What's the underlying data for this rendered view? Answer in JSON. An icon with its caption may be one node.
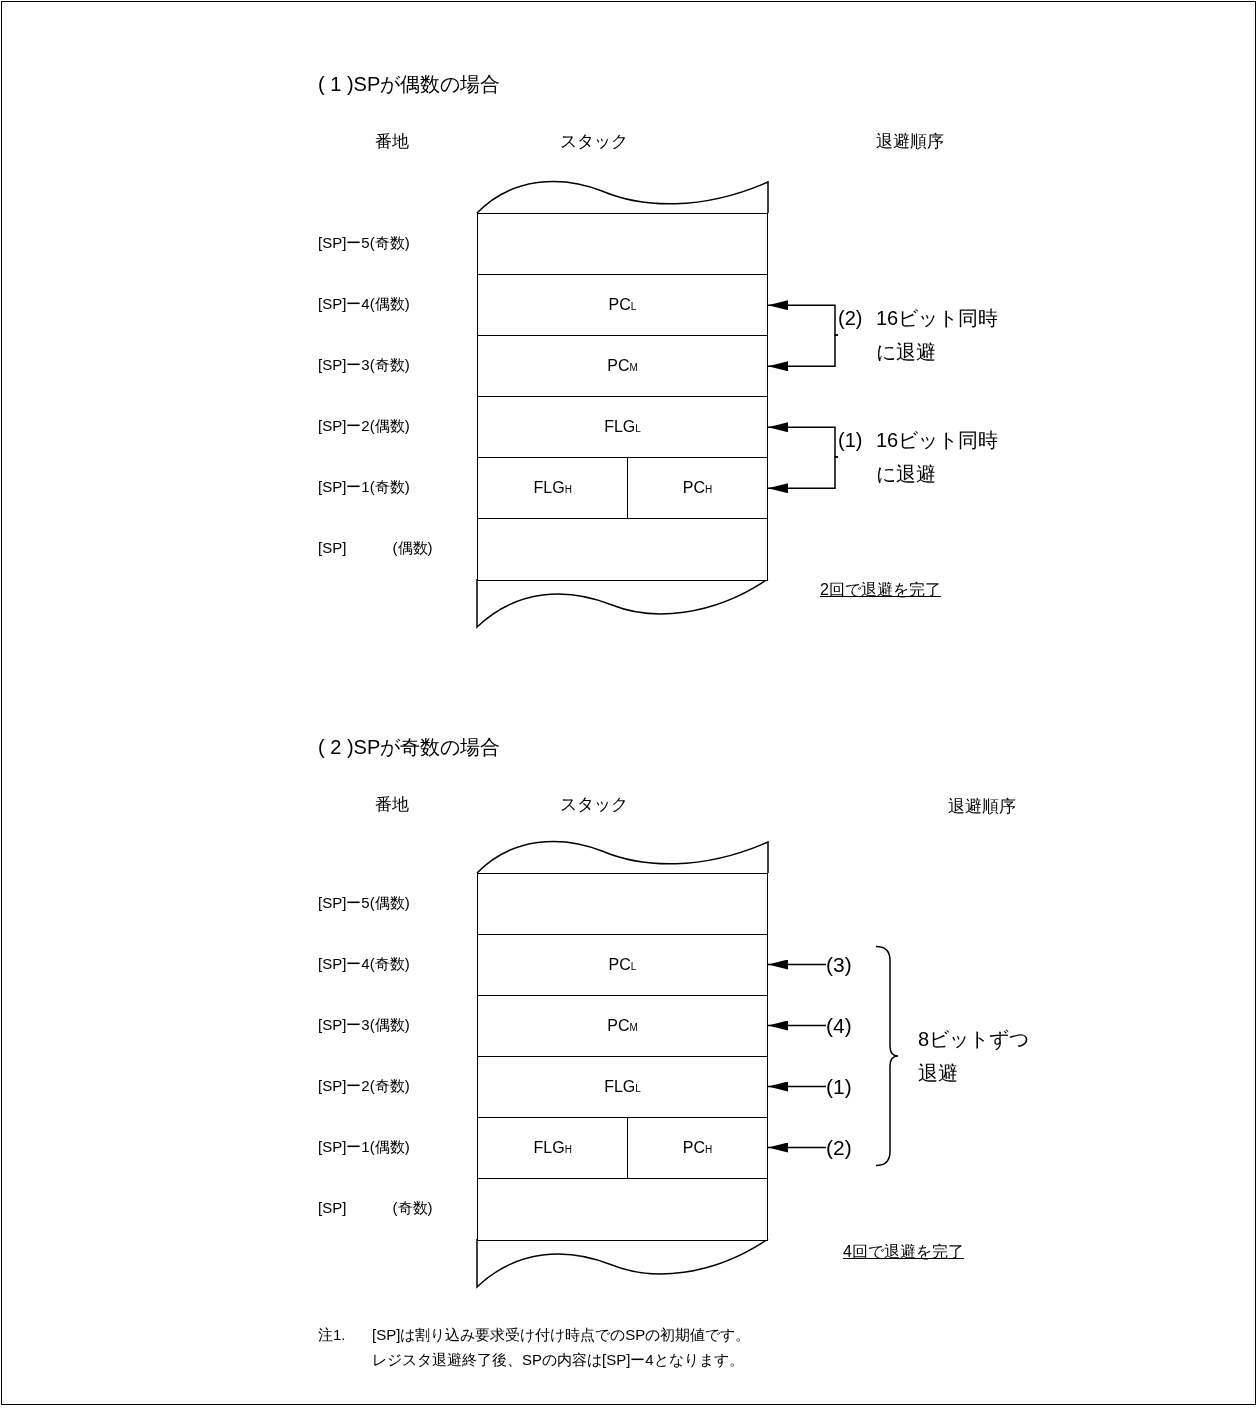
{
  "diagram": {
    "nodes": [
      {
        "text": [],
        "shape": "box"
      },
      {
        "text": [
          "PC$_{L}$"
        ]
      },
      {
        "text": [
          "PC$_{M}$"
        ]
      },
      {
        "text": [
          "FLG$_{L}$"
        ]
      },
      {
        "text": [
          "FLG$_{H}$"
        ]
      },
      {
        "text": [
          "PC$_{H}$"
        ]
      },
      {
        "text": [],
        "shape": "box"
      },
      {
        "text": [
          "(2)",
          "16ビット同時に退避"
        ]
      },
      {
        "text": [
          "(1)",
          "16ビット同時に退避"
        ]
      },
      {
        "text": [],
        "shape": "box"
      },
      {
        "text": [
          "PC$_{L}$"
        ]
      },
      {
        "text": [
          "PC$_{M}$"
        ]
      },
      {
        "text": [
          "FLG$_{L}$"
        ]
      },
      {
        "text": [
          "FLG$_{H}$"
        ]
      },
      {
        "text": [
          "PC$_{H}$"
        ]
      },
      {
        "text": [],
        "shape": "box"
      },
      {
        "text": [
          "(3)"
        ]
      },
      {
        "text": [
          "(4)"
        ]
      },
      {
        "text": [
          "(1)"
        ]
      },
      {
        "text": [
          "(2)"
        ]
      }
    ],
    "edges": [
      {
        "from": 7,
        "to": 1,
        "arrow": "to"
      },
      {
        "from": 7,
        "to": 2,
        "arrow": "to"
      },
      {
        "from": 8,
        "to": 3,
        "arrow": "to"
      },
      {
        "from": 8,
        "to": 5,
        "arrow": "to"
      },
      {
        "from": 16,
        "to": 10,
        "arrow": "to"
      },
      {
        "from": 17,
        "to": 11,
        "arrow": "to"
      },
      {
        "from": 18,
        "to": 12,
        "arrow": "to"
      },
      {
        "from": 19,
        "to": 14,
        "arrow": "to"
      }
    ],
    "labels": [
      "( 1 )SPが偶数の場合",
      "番地",
      "スタック",
      "退避順序",
      "[SP]ー5(奇数)",
      "[SP]ー4(偶数)",
      "[SP]ー3(奇数)",
      "[SP]ー2(偶数)",
      "[SP]ー1(奇数)",
      "[SP] (偶数)",
      "2回で退避を完了",
      "( 2 )SPが奇数の場合",
      "番地",
      "スタック",
      "退避順序",
      "[SP]ー5(偶数)",
      "[SP]ー4(奇数)",
      "[SP]ー3(偶数)",
      "[SP]ー2(奇数)",
      "[SP]ー1(偶数)",
      "[SP] (奇数)",
      "8ビットずつ退避",
      "4回で退避を完了",
      "注1.",
      "[SP]は割り込み要求受け付け時点でのSPの初期値です。",
      "レジスタ退避終了後、SPの内容は[SP]ー4となります。"
    ]
  }
}
